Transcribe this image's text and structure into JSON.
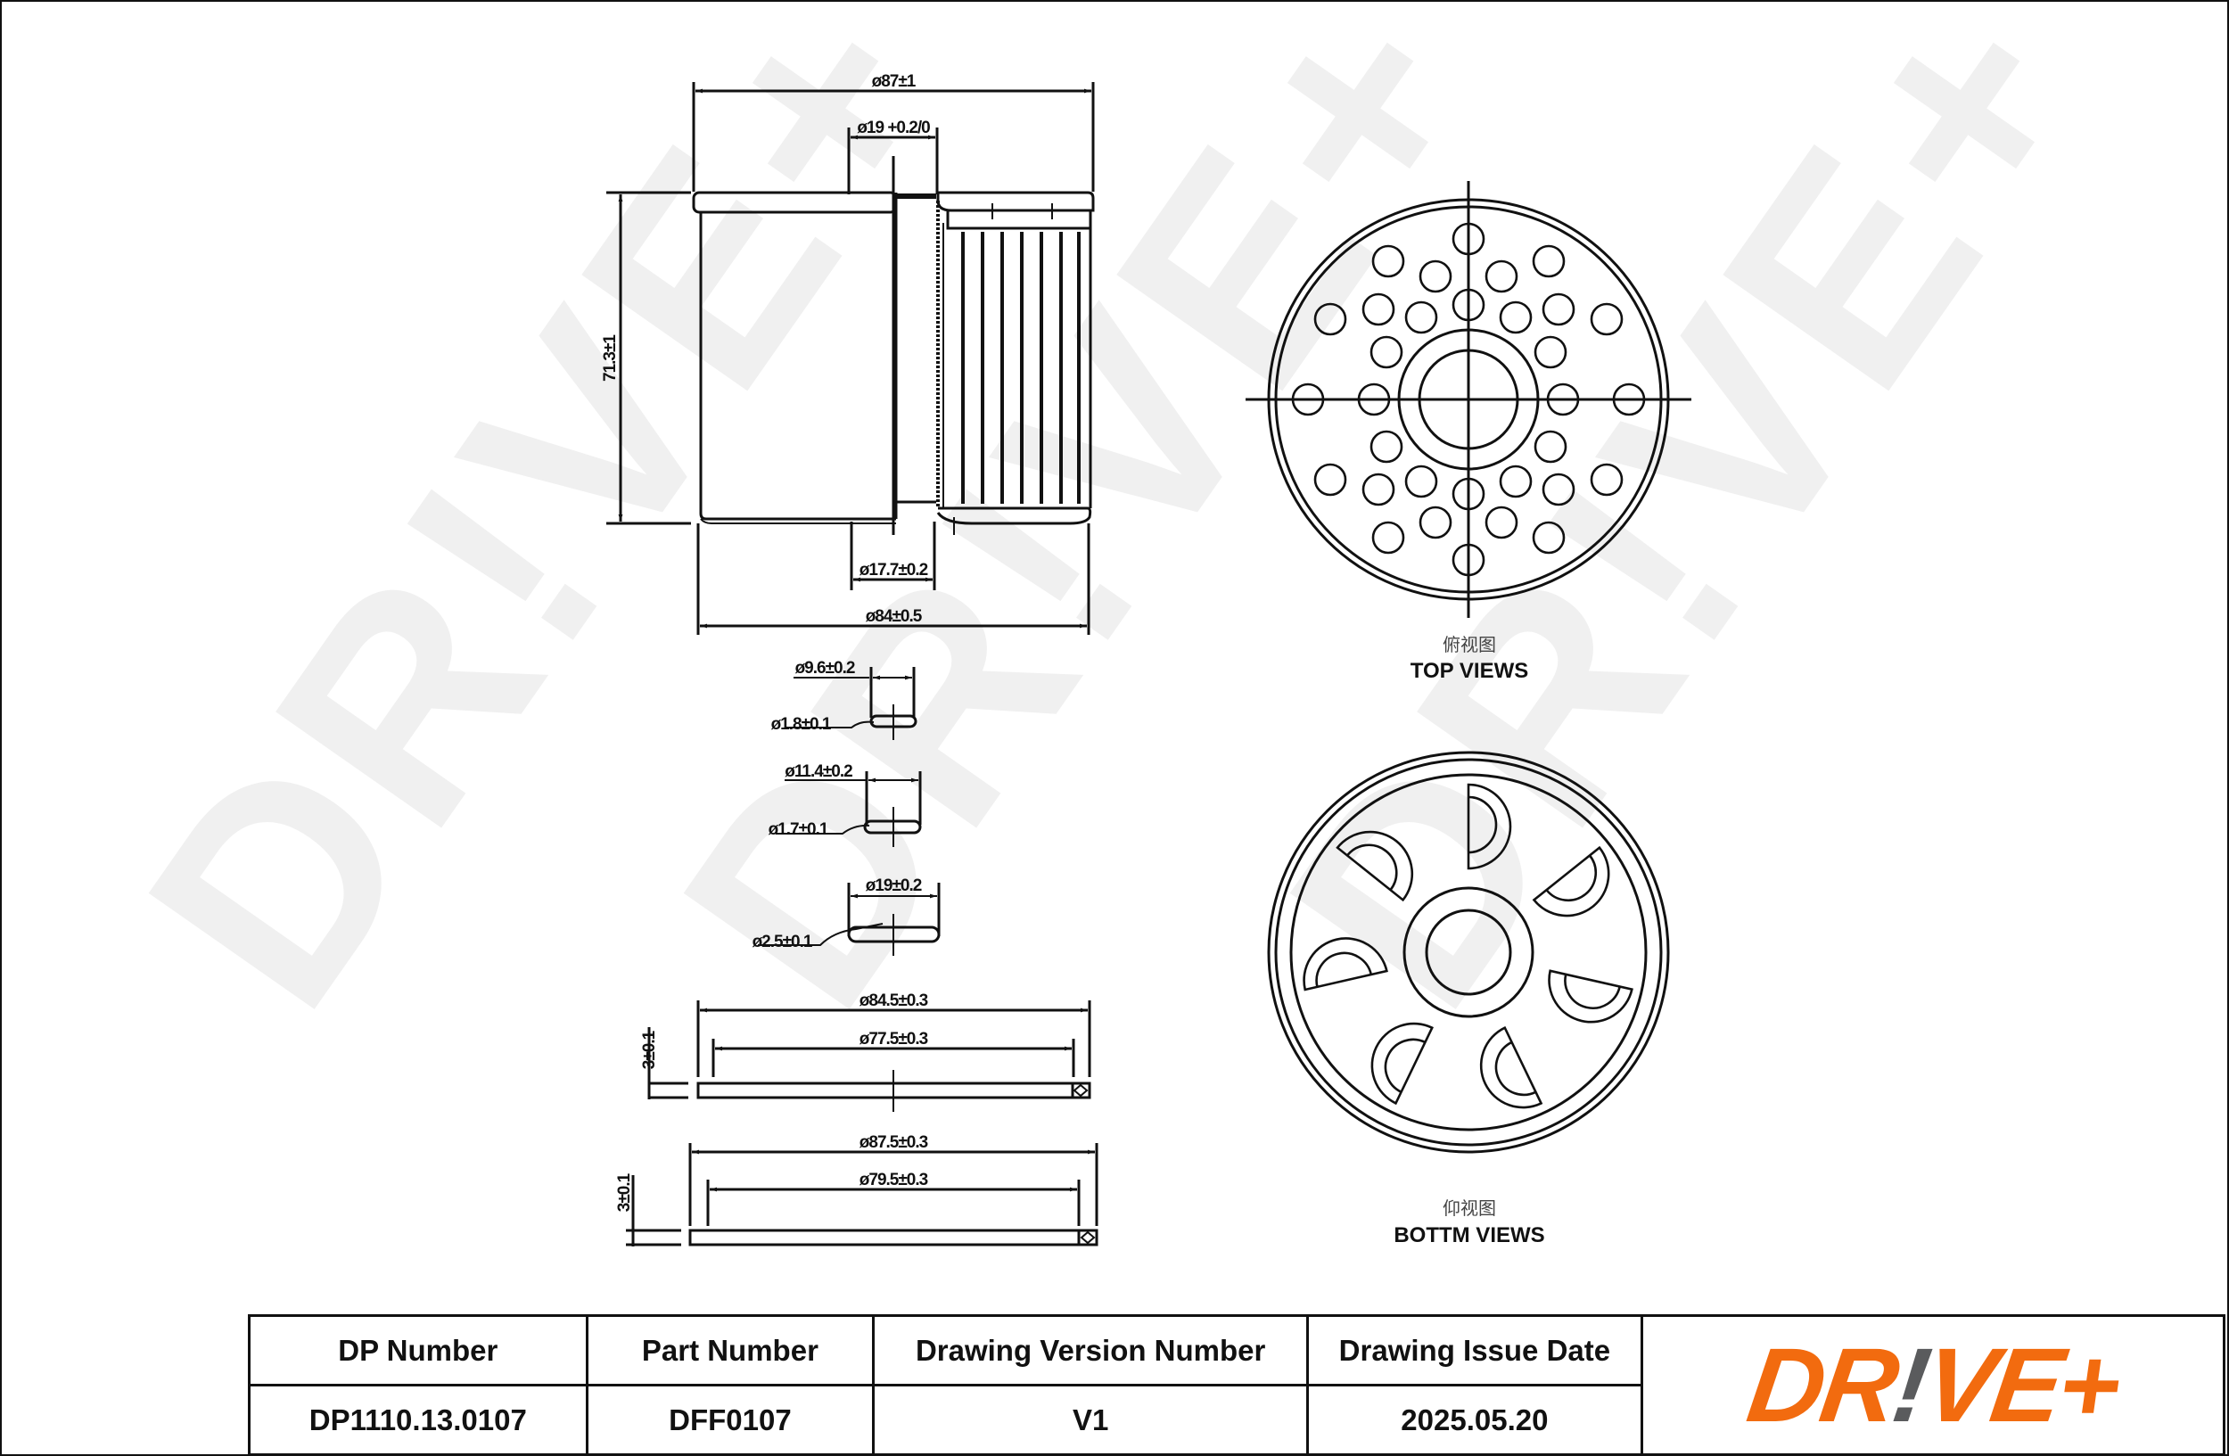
{
  "drawing": {
    "side_view": {
      "overall_diameter": "ø87±1",
      "top_inner_diameter": "ø19 +0.2/0",
      "height": "71.3±1",
      "bottom_inner_diameter": "ø17.7±0.2",
      "body_diameter": "ø84±0.5"
    },
    "o_rings": [
      {
        "inner_diameter": "ø9.6±0.2",
        "cross_section": "ø1.8±0.1"
      },
      {
        "inner_diameter": "ø11.4±0.2",
        "cross_section": "ø1.7±0.1"
      },
      {
        "inner_diameter": "ø19±0.2",
        "cross_section": "ø2.5±0.1"
      }
    ],
    "gaskets": [
      {
        "outer_diameter": "ø84.5±0.3",
        "inner_diameter": "ø77.5±0.3",
        "thickness": "3±0.1"
      },
      {
        "outer_diameter": "ø87.5±0.3",
        "inner_diameter": "ø79.5±0.3",
        "thickness": "3±0.1"
      }
    ],
    "top_view": {
      "label_cn": "俯视图",
      "label_en": "TOP VIEWS"
    },
    "bottom_view": {
      "label_cn": "仰视图",
      "label_en": "BOTTM VIEWS"
    },
    "watermark": "DR!VE+"
  },
  "title_block": {
    "headers": [
      "DP Number",
      "Part Number",
      "Drawing Version Number",
      "Drawing Issue Date"
    ],
    "values": [
      "DP1110.13.0107",
      "DFF0107",
      "V1",
      "2025.05.20"
    ],
    "logo": {
      "text_a": "DR",
      "text_bang": "!",
      "text_b": "VE+",
      "color_primary": "#f26b0f",
      "color_secondary": "#5a5b5d"
    }
  }
}
